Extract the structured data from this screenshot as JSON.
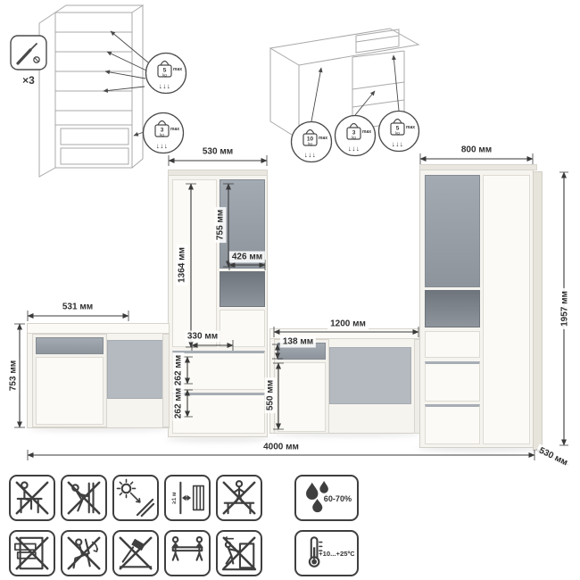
{
  "diagrams": {
    "x3_label": "×3",
    "wardrobe_callouts": [
      {
        "value": "5",
        "unit": "kg",
        "max": "max",
        "arrows": "↓↓↓"
      },
      {
        "value": "3",
        "unit": "kg",
        "max": "max",
        "arrows": "↓↓↓"
      }
    ],
    "desk_callouts": [
      {
        "value": "10",
        "unit": "kg",
        "max": "max",
        "arrows": "↓↓↓"
      },
      {
        "value": "3",
        "unit": "kg",
        "max": "max",
        "arrows": "↓↓↓"
      },
      {
        "value": "5",
        "unit": "kg",
        "max": "max",
        "arrows": "↓↓↓"
      }
    ]
  },
  "dimensions": {
    "left_cabinet_width": "530 мм",
    "right_cabinet_width": "800 мм",
    "overall_height": "1957 мм",
    "left_desk_depth": "531 мм",
    "desk_height": "753 мм",
    "cabinet_door_section_height": "1364 мм",
    "grey_door_height": "755 мм",
    "niche_width_top": "426 мм",
    "niche_width_bottom": "330 мм",
    "drawer_height_1": "262 мм",
    "drawer_height_2": "262 мм",
    "desk_drawer_height": "138 мм",
    "desk_width": "1200 мм",
    "desk_clearance_height": "550 мм",
    "overall_width": "4000 мм",
    "overall_depth": "530 мм"
  },
  "care_icons": {
    "row1": [
      {
        "name": "no-sitting-on-edges"
      },
      {
        "name": "no-leaning-on-doors"
      },
      {
        "name": "avoid-direct-sunlight"
      },
      {
        "name": "keep-1m-from-heaters",
        "label": "≥1 м"
      },
      {
        "name": "no-standing-on-top"
      },
      {
        "name": "humidity-range",
        "label": "60-70%"
      }
    ],
    "row2": [
      {
        "name": "no-climbing-on-drawers"
      },
      {
        "name": "no-rocking"
      },
      {
        "name": "no-hammering"
      },
      {
        "name": "carry-with-two-people"
      },
      {
        "name": "no-dragging"
      },
      {
        "name": "temperature-range",
        "label": "+10...+25ºC"
      }
    ]
  },
  "colors": {
    "accent_grey_door": "#99a0a8",
    "pictogram_dark": "#3f3f3f",
    "dimension_text": "#2f2f2f"
  }
}
